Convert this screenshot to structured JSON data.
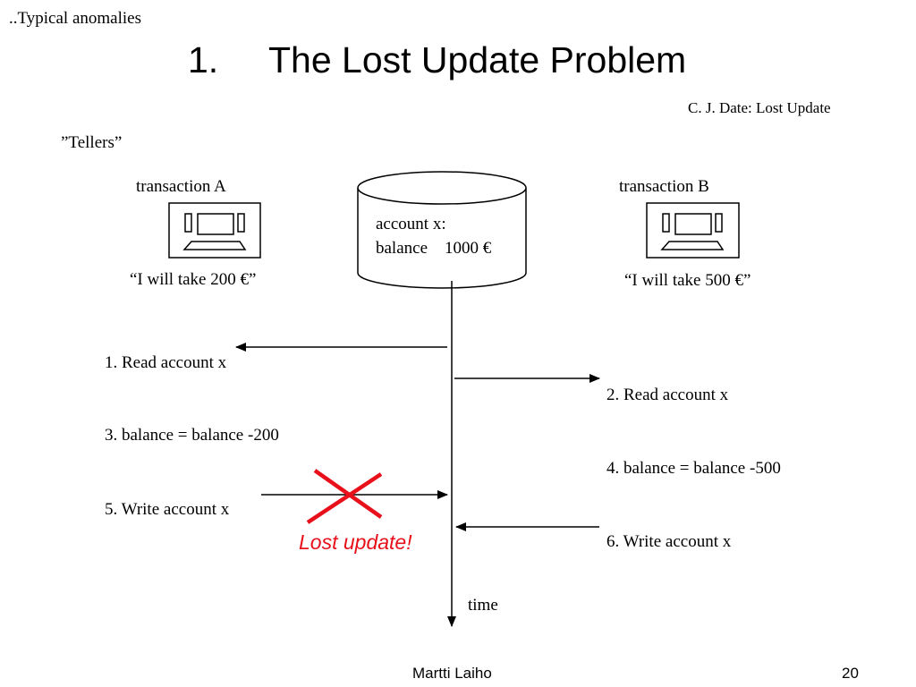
{
  "header": {
    "section": "..Typical  anomalies",
    "title_number": "1.",
    "title_text": "The Lost Update Problem",
    "reference": "C. J. Date: Lost Update"
  },
  "tellers_label": "”Tellers”",
  "transaction_a": {
    "label": "transaction A",
    "quote": "“I will take 200 €”",
    "icon": "computer-terminal-icon"
  },
  "transaction_b": {
    "label": "transaction B",
    "quote": "“I will take 500 €”",
    "icon": "computer-terminal-icon"
  },
  "database": {
    "icon": "database-cylinder-icon",
    "line1": "account x:",
    "line2": "balance    1000 €"
  },
  "steps": [
    {
      "text": "1. Read account x"
    },
    {
      "text": "2. Read account x"
    },
    {
      "text": "3. balance = balance -200"
    },
    {
      "text": "4. balance = balance -500"
    },
    {
      "text": "5. Write account x"
    },
    {
      "text": "6. Write account x"
    }
  ],
  "lost_update": {
    "text": "Lost update!",
    "color": "#e8101a",
    "icon": "red-cross-icon"
  },
  "time_label": "time",
  "footer": {
    "author": "Martti Laiho",
    "page": "20"
  }
}
